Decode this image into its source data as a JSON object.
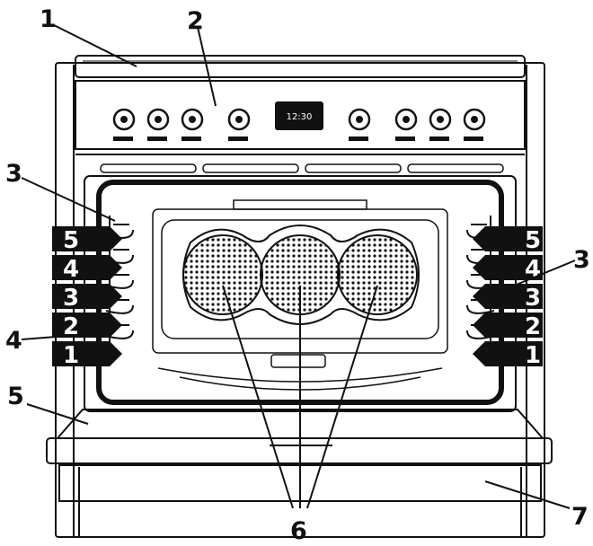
{
  "display": {
    "time": "12:30"
  },
  "callouts": {
    "c1": "1",
    "c2": "2",
    "c3_left": "3",
    "c3_right": "3",
    "c4": "4",
    "c5": "5",
    "c6": "6",
    "c7": "7"
  },
  "rack_levels": {
    "left": [
      "5",
      "4",
      "3",
      "2",
      "1"
    ],
    "right": [
      "5",
      "4",
      "3",
      "2",
      "1"
    ]
  }
}
